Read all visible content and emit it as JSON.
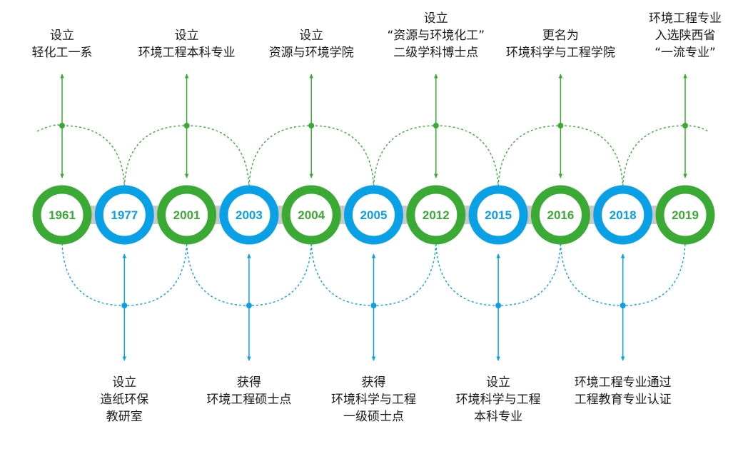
{
  "colors": {
    "green": "#3aaa35",
    "blue": "#0aa0e6",
    "track": "#c8c8c8",
    "text": "#1a1a1a"
  },
  "years": [
    "1961",
    "1977",
    "2001",
    "2003",
    "2004",
    "2005",
    "2012",
    "2015",
    "2016",
    "2018",
    "2019"
  ],
  "top_events": [
    {
      "year": "1961",
      "lines": [
        "设立",
        "轻化工一系"
      ]
    },
    {
      "year": "2001",
      "lines": [
        "设立",
        "环境工程本科专业"
      ]
    },
    {
      "year": "2004",
      "lines": [
        "设立",
        "资源与环境学院"
      ]
    },
    {
      "year": "2012",
      "lines": [
        "设立",
        "“资源与环境化工”",
        "二级学科博士点"
      ]
    },
    {
      "year": "2016",
      "lines": [
        "更名为",
        "环境科学与工程学院"
      ]
    },
    {
      "year": "2019",
      "lines": [
        "环境工程专业",
        "入选陕西省",
        "“一流专业”"
      ]
    }
  ],
  "bottom_events": [
    {
      "year": "1977",
      "lines": [
        "设立",
        "造纸环保",
        "教研室"
      ]
    },
    {
      "year": "2003",
      "lines": [
        "获得",
        "环境工程硕士点"
      ]
    },
    {
      "year": "2005",
      "lines": [
        "获得",
        "环境科学与工程",
        "一级硕士点"
      ]
    },
    {
      "year": "2015",
      "lines": [
        "设立",
        "环境科学与工程",
        "本科专业"
      ]
    },
    {
      "year": "2018",
      "lines": [
        "环境工程专业通过",
        "工程教育专业认证"
      ]
    }
  ]
}
